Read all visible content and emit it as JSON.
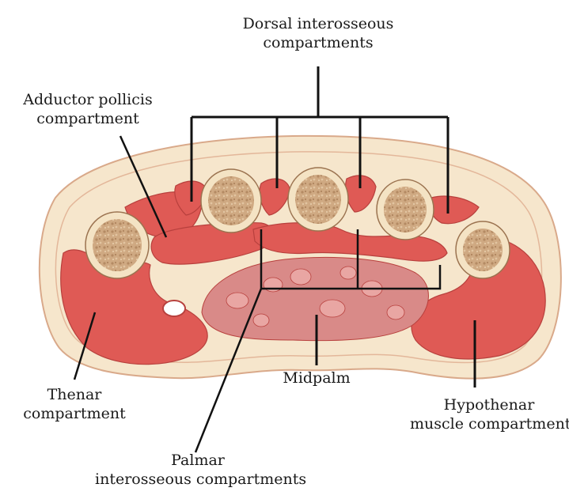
{
  "labels": {
    "dorsal": [
      "Dorsal interosseous",
      "compartments"
    ],
    "adductor": [
      "Adductor pollicis",
      "compartment"
    ],
    "thenar": [
      "Thenar",
      "compartment"
    ],
    "midpalm": "Midpalm",
    "hypothenar": [
      "Hypothenar",
      "muscle compartment"
    ],
    "palmar": [
      "Palmar",
      "interosseous compartments"
    ]
  },
  "colors": {
    "skin_fill": "#f6e6cc",
    "skin_stroke": "#d9a98a",
    "muscle": "#df5a55",
    "muscle_dark": "#b8403d",
    "midpalm_fill": "#d98a88",
    "midpalm_vessel": "#e9a6a3",
    "bone_ring": "#f4e3c4",
    "bone_inner": "#c7a07a",
    "leader": "#111111"
  }
}
